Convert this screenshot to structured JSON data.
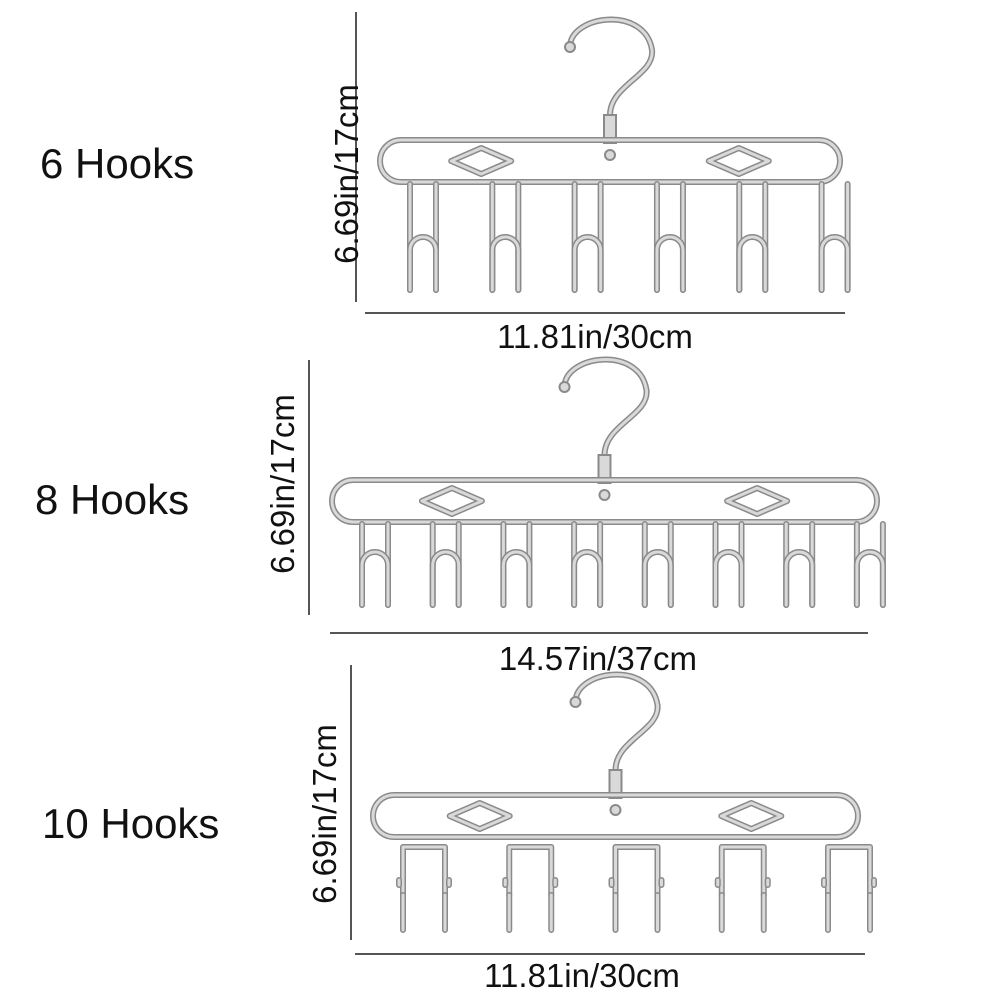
{
  "variants": [
    {
      "label": "6 Hooks",
      "height": "6.69in/17cm",
      "width": "11.81in/30cm",
      "hooks": 6,
      "style": "u"
    },
    {
      "label": "8 Hooks",
      "height": "6.69in/17cm",
      "width": "14.57in/37cm",
      "hooks": 8,
      "style": "u"
    },
    {
      "label": "10 Hooks",
      "height": "6.69in/17cm",
      "width": "11.81in/30cm",
      "hooks": 10,
      "style": "double"
    }
  ],
  "colors": {
    "metal": "#8a8a8a",
    "metal_light": "#d9d9d9",
    "text": "#111111"
  }
}
